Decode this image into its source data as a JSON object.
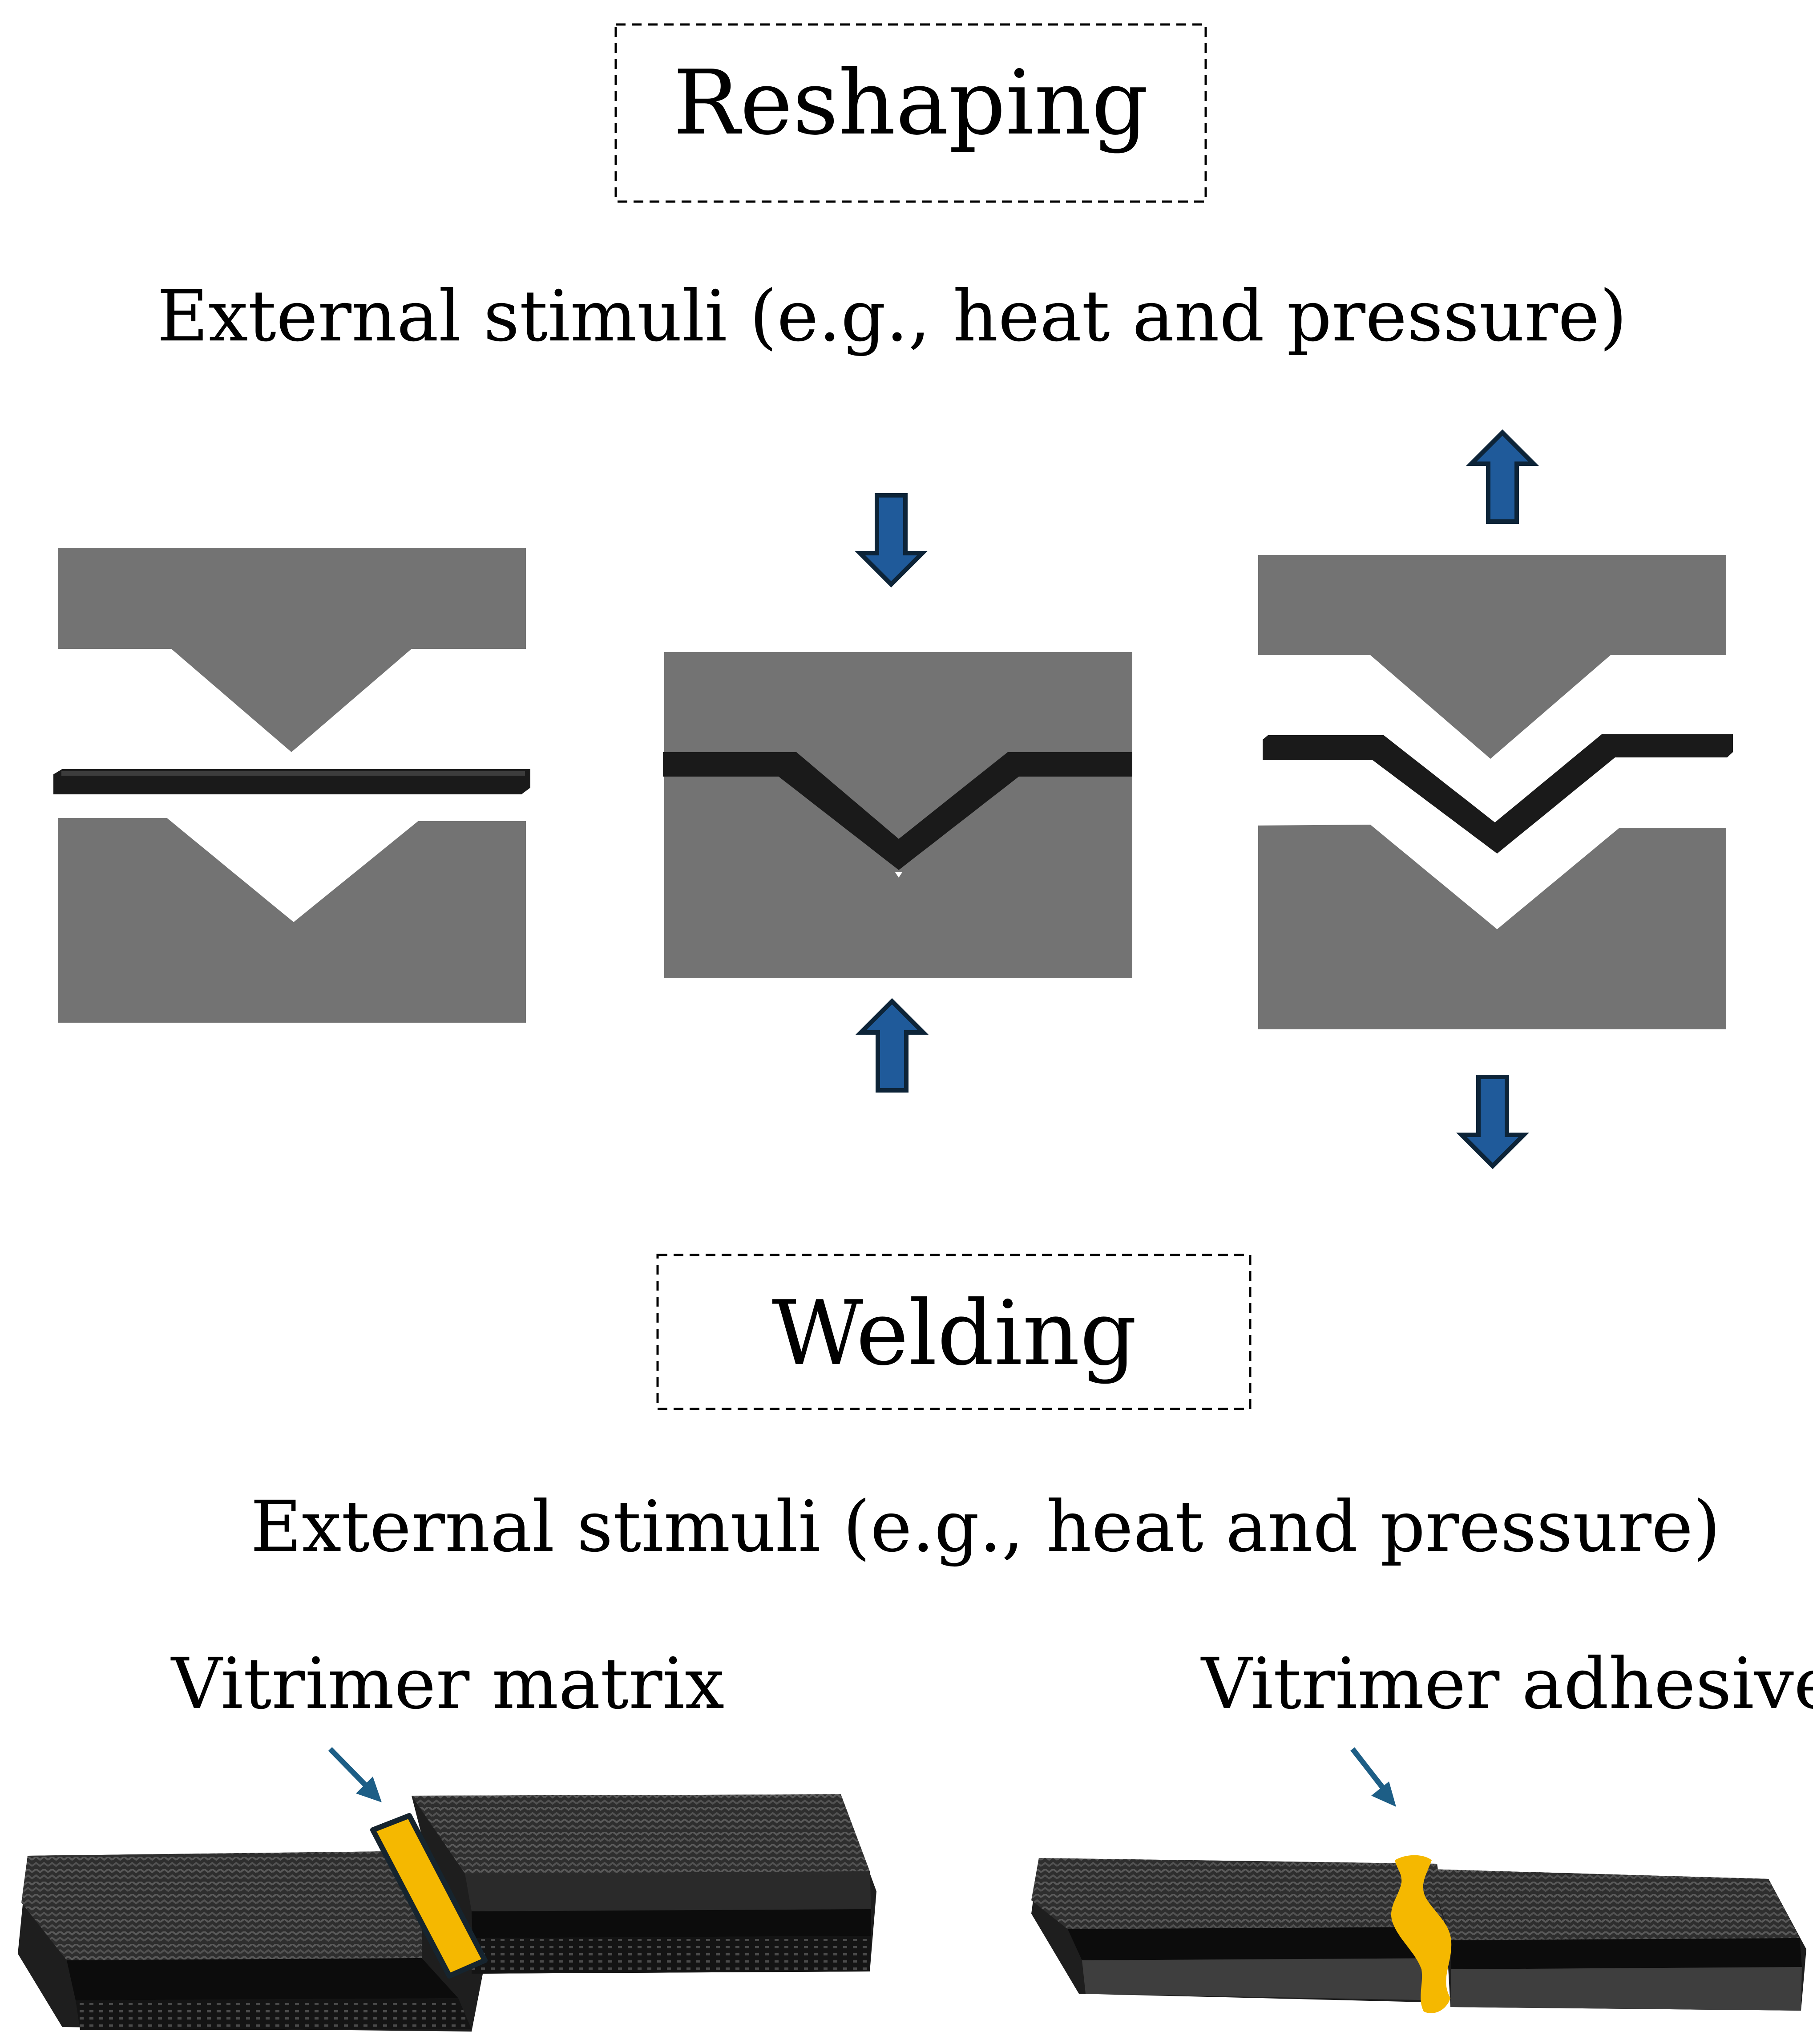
{
  "reshaping": {
    "title": "Reshaping",
    "stimuli": "External stimuli (e.g., heat and pressure)"
  },
  "welding": {
    "title": "Welding",
    "stimuli": "External stimuli (e.g., heat and pressure)",
    "label_matrix": "Vitrimer matrix",
    "label_adhesive": "Vitrimer adhesive"
  },
  "colors": {
    "mold": "#737373",
    "laminate": "#1a1a1a",
    "arrow_fill": "#1f5a9a",
    "arrow_stroke": "#0d2438",
    "vitrimer": "#f5b800",
    "pointer": "#1d5e86"
  }
}
